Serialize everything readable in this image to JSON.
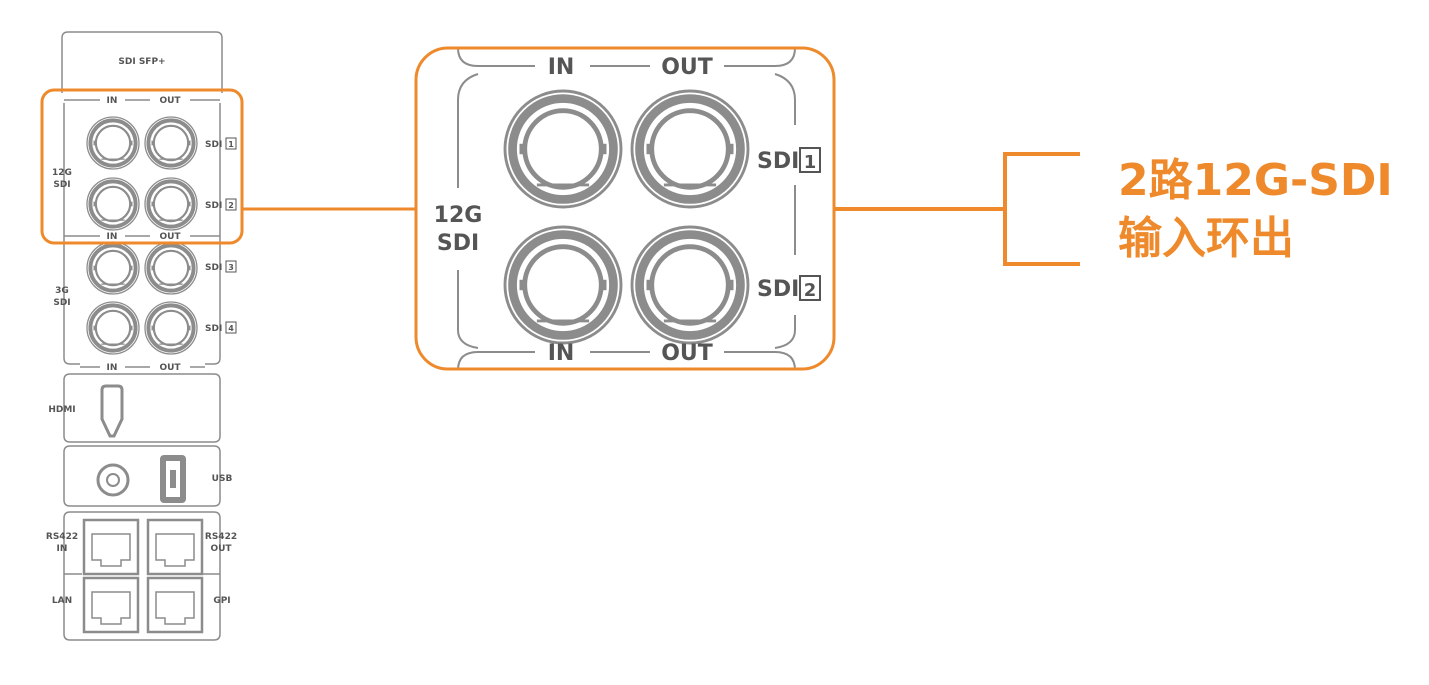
{
  "colors": {
    "accent": "#EE8A2B",
    "line": "#8C8C8C",
    "text": "#555555",
    "background": "#FFFFFF"
  },
  "panel": {
    "sfp_label": "SDI SFP+",
    "in_label": "IN",
    "out_label": "OUT",
    "group_12g_line1": "12G",
    "group_12g_line2": "SDI",
    "group_3g_line1": "3G",
    "group_3g_line2": "SDI",
    "sdi_text": "SDI",
    "port_numbers": [
      "1",
      "2",
      "3",
      "4"
    ],
    "hdmi_label": "HDMI",
    "usb_label": "USB",
    "rs422_in_line1": "RS422",
    "rs422_in_line2": "IN",
    "rs422_out_line1": "RS422",
    "rs422_out_line2": "OUT",
    "lan_label": "LAN",
    "gpi_label": "GPI"
  },
  "zoom": {
    "in_label": "IN",
    "out_label": "OUT",
    "group_line1": "12G",
    "group_line2": "SDI",
    "sdi_text": "SDI",
    "port_numbers": [
      "1",
      "2"
    ]
  },
  "callout": {
    "line1": "2路12G-SDI",
    "line2": "输入环出"
  }
}
